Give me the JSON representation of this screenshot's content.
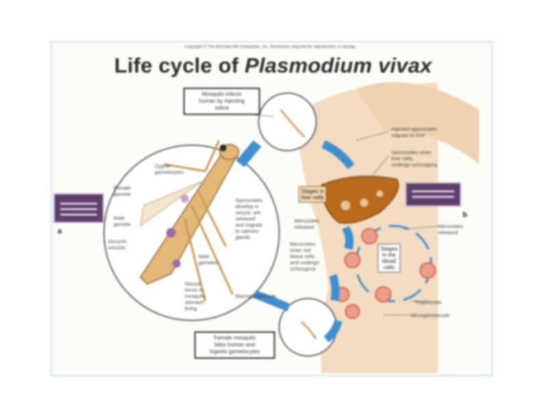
{
  "figure": {
    "copyright": "Copyright © The McGraw-Hill Companies, Inc. Permission required for reproduction or display.",
    "title_prefix": "Life cycle of ",
    "title_italic": "Plasmodium vivax"
  },
  "boxes": {
    "mosquito_infects": "Mosquito infects\nhuman by injecting\nsaliva",
    "female_takes": "Female mosquito\nbites human and\ningests gametocytes"
  },
  "labels": {
    "zygote": "Zygote\ngametocytes",
    "female_gamete": "Female\ngamete",
    "male_gamete": "Male\ngamete",
    "oocyst_left": "Oocysts\noocysts",
    "sporozoites_develop": "Sporozoites\ndevelop in\noocyst; are\nreleased\nand migrate\nto salivary\nglands",
    "male_gametes_in_gut": "Male\ngametes",
    "oocyst_gut": "Oocyst\nforms in\nmosquito\nstomach\nlining",
    "injected_sporozoites": "Injected sporozoites\nmigrate to liver",
    "sporozoites_enter": "Sporozoites enter\nliver cells,\nundergo schizogony",
    "merozoites_released": "Merozoites\nreleased",
    "merozoites_enter": "Merozoites\nenter red\nblood cells\nand undergo\nschizogony",
    "merozoites_released_right": "Merozoites\nreleased",
    "trophozoite": "Trophozoite",
    "microgametocyte": "Microgametocyte",
    "macrogametocyte": "Macrogametocyte",
    "stage_liver": "Stages in\nliver cells",
    "stage_blood": "Stages\nin the\nblood\ncells"
  },
  "markers": {
    "a": "a",
    "b": "b"
  },
  "colors": {
    "mosquito": "#e3b877",
    "skin": "#f3dcc1",
    "liver": "#b86b1a",
    "arrow": "#3f8fcf",
    "cell": "#d9644a",
    "micrograph": "#5e3f6b"
  }
}
